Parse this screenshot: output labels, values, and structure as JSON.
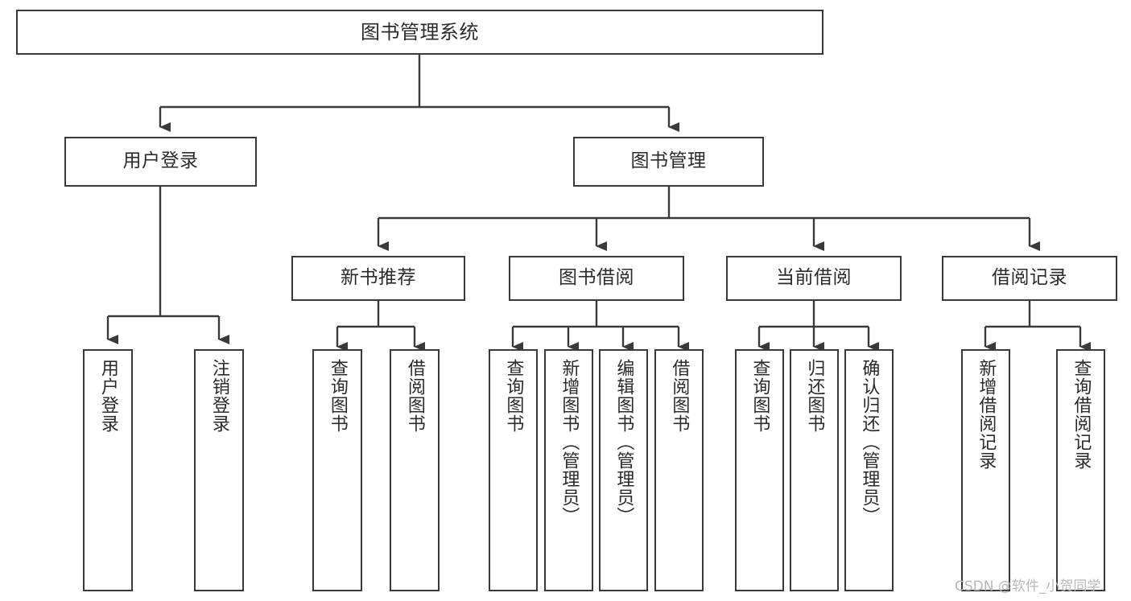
{
  "diagram": {
    "type": "tree-hierarchy-chart",
    "title": "图书管理系统",
    "orientation": "top-down",
    "colors": {
      "box_border": "#3a3a3a",
      "box_fill": "#ffffff",
      "connector": "#3a3a3a",
      "text": "#2b2b2b",
      "watermark": "#b9b9b9",
      "background": "#ffffff"
    },
    "levels": {
      "level1": [
        "图书管理系统"
      ],
      "level2": [
        "用户登录",
        "图书管理"
      ],
      "level3": [
        "新书推荐",
        "图书借阅",
        "当前借阅",
        "借阅记录"
      ],
      "level4": [
        "用户登录",
        "注销登录",
        "查询图书",
        "借阅图书",
        "查询图书",
        "新增图书（管理员）",
        "编辑图书（管理员）",
        "借阅图书",
        "查询图书",
        "归还图书",
        "确认归还（管理员）",
        "新增借阅记录",
        "查询借阅记录"
      ]
    },
    "nodes": {
      "root": {
        "label": "图书管理系统"
      },
      "user_login": {
        "label": "用户登录"
      },
      "book_manage": {
        "label": "图书管理"
      },
      "new_book_rec": {
        "label": "新书推荐"
      },
      "book_borrow": {
        "label": "图书借阅"
      },
      "current_borrow": {
        "label": "当前借阅"
      },
      "borrow_record": {
        "label": "借阅记录"
      },
      "leaf_user_login": {
        "label": "用户登录"
      },
      "leaf_logout": {
        "label": "注销登录"
      },
      "leaf_query_book_1": {
        "label": "查询图书"
      },
      "leaf_borrow_book_1": {
        "label": "借阅图书"
      },
      "leaf_query_book_2": {
        "label": "查询图书"
      },
      "leaf_add_book_admin": {
        "label": "新增图书（管理员）"
      },
      "leaf_edit_book_admin": {
        "label": "编辑图书（管理员）"
      },
      "leaf_borrow_book_2": {
        "label": "借阅图书"
      },
      "leaf_query_book_3": {
        "label": "查询图书"
      },
      "leaf_return_book": {
        "label": "归还图书"
      },
      "leaf_confirm_return_admin": {
        "label": "确认归还（管理员）"
      },
      "leaf_add_borrow_record": {
        "label": "新增借阅记录"
      },
      "leaf_query_borrow_record": {
        "label": "查询借阅记录"
      }
    },
    "edges": [
      {
        "from": "图书管理系统",
        "to": "用户登录"
      },
      {
        "from": "图书管理系统",
        "to": "图书管理"
      },
      {
        "from": "用户登录",
        "to": "用户登录"
      },
      {
        "from": "用户登录",
        "to": "注销登录"
      },
      {
        "from": "图书管理",
        "to": "新书推荐"
      },
      {
        "from": "图书管理",
        "to": "图书借阅"
      },
      {
        "from": "图书管理",
        "to": "当前借阅"
      },
      {
        "from": "图书管理",
        "to": "借阅记录"
      },
      {
        "from": "新书推荐",
        "to": "查询图书"
      },
      {
        "from": "新书推荐",
        "to": "借阅图书"
      },
      {
        "from": "图书借阅",
        "to": "查询图书"
      },
      {
        "from": "图书借阅",
        "to": "新增图书（管理员）"
      },
      {
        "from": "图书借阅",
        "to": "编辑图书（管理员）"
      },
      {
        "from": "图书借阅",
        "to": "借阅图书"
      },
      {
        "from": "当前借阅",
        "to": "查询图书"
      },
      {
        "from": "当前借阅",
        "to": "归还图书"
      },
      {
        "from": "当前借阅",
        "to": "确认归还（管理员）"
      },
      {
        "from": "借阅记录",
        "to": "新增借阅记录"
      },
      {
        "from": "借阅记录",
        "to": "查询借阅记录"
      }
    ]
  },
  "watermark": {
    "text": "CSDN @软件_小贺同学"
  }
}
